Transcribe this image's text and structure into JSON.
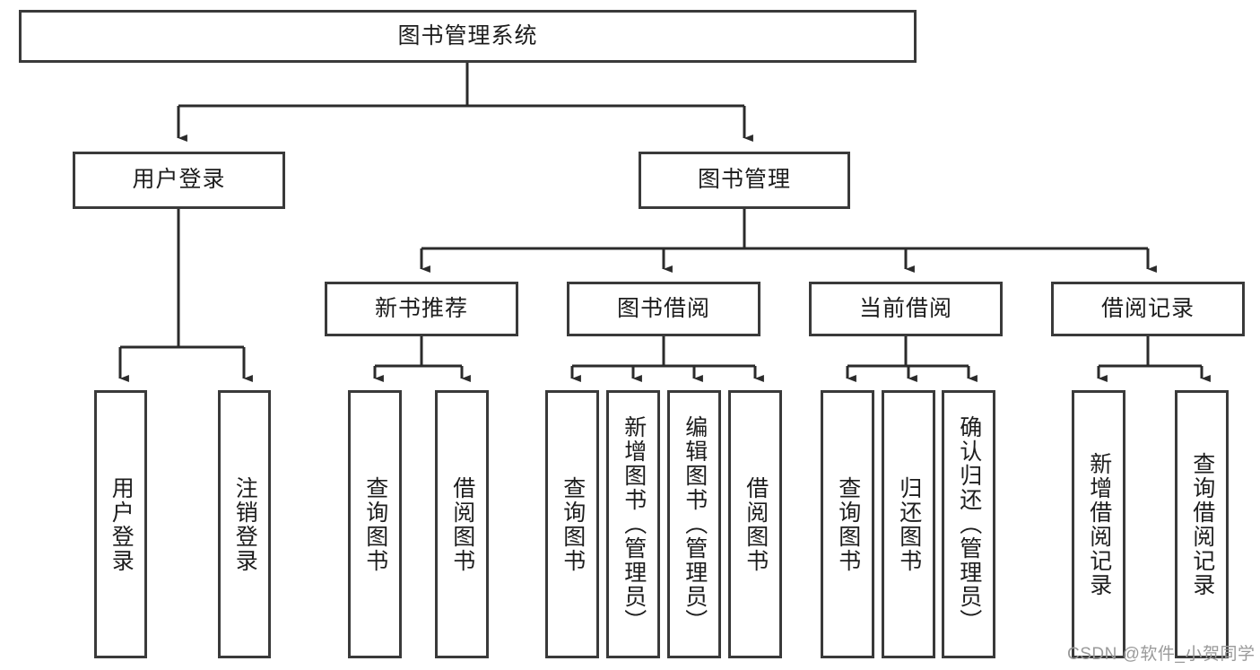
{
  "diagram": {
    "type": "tree-hierarchy-chart",
    "title": "图书管理系统",
    "colors": {
      "box_border": "#3a3a3a",
      "box_fill": "#ffffff",
      "line": "#2b2b2b",
      "text": "#1d1d1d",
      "watermark": "#9a9a9a",
      "background": "#ffffff"
    },
    "root": {
      "label": "图书管理系统"
    },
    "level2": [
      {
        "label": "用户登录"
      },
      {
        "label": "图书管理"
      }
    ],
    "level3": [
      {
        "label": "新书推荐"
      },
      {
        "label": "图书借阅"
      },
      {
        "label": "当前借阅"
      },
      {
        "label": "借阅记录"
      }
    ],
    "leaves": {
      "user_login": [
        {
          "label": "用户登录"
        },
        {
          "label": "注销登录"
        }
      ],
      "new_book_recommend": [
        {
          "label": "查询图书"
        },
        {
          "label": "借阅图书"
        }
      ],
      "book_borrow": [
        {
          "label": "查询图书"
        },
        {
          "label": "新增图书（管理员）"
        },
        {
          "label": "编辑图书（管理员）"
        },
        {
          "label": "借阅图书"
        }
      ],
      "current_borrow": [
        {
          "label": "查询图书"
        },
        {
          "label": "归还图书"
        },
        {
          "label": "确认归还（管理员）"
        }
      ],
      "borrow_record": [
        {
          "label": "新增借阅记录"
        },
        {
          "label": "查询借阅记录"
        }
      ]
    }
  },
  "watermark": {
    "text": "CSDN @软件_小贺同学"
  }
}
